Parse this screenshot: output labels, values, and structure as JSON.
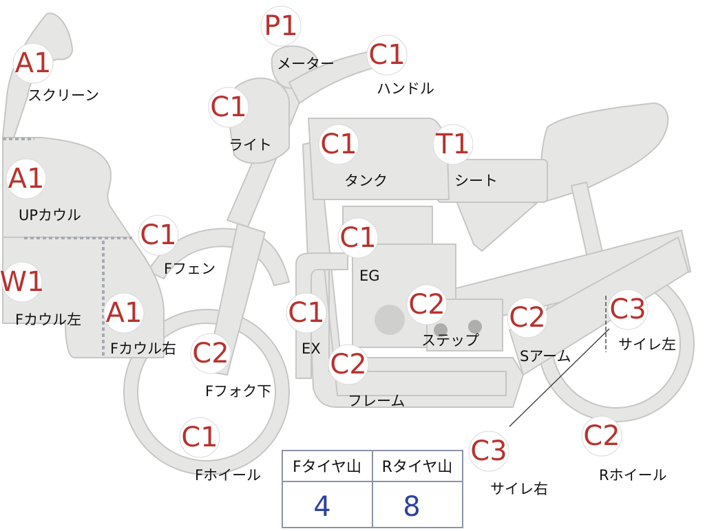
{
  "colors": {
    "part_fill": "#e6e7e5",
    "part_stroke": "#c6c7c5",
    "grade_text": "#b8322e",
    "badge_fill": "#ffffff",
    "value_text": "#2c43a0",
    "table_border": "#8a93a6"
  },
  "parts": [
    {
      "id": "screen",
      "grade": "A1",
      "label": "スクリーン"
    },
    {
      "id": "meter",
      "grade": "P1",
      "label": "メーター"
    },
    {
      "id": "handle",
      "grade": "C1",
      "label": "ハンドル"
    },
    {
      "id": "light",
      "grade": "C1",
      "label": "ライト"
    },
    {
      "id": "tank",
      "grade": "C1",
      "label": "タンク"
    },
    {
      "id": "seat",
      "grade": "T1",
      "label": "シート"
    },
    {
      "id": "up-cowl",
      "grade": "A1",
      "label": "UPカウル"
    },
    {
      "id": "f-fender",
      "grade": "C1",
      "label": "Fフェン"
    },
    {
      "id": "engine",
      "grade": "C1",
      "label": "EG"
    },
    {
      "id": "f-cowl-left",
      "grade": "W1",
      "label": "Fカウル左"
    },
    {
      "id": "f-cowl-right",
      "grade": "A1",
      "label": "Fカウル右"
    },
    {
      "id": "exhaust",
      "grade": "C1",
      "label": "EX"
    },
    {
      "id": "step",
      "grade": "C2",
      "label": "ステップ"
    },
    {
      "id": "s-arm",
      "grade": "C2",
      "label": "Sアーム"
    },
    {
      "id": "muffler-left",
      "grade": "C3",
      "label": "サイレ左"
    },
    {
      "id": "f-fork-lower",
      "grade": "C2",
      "label": "Fフォク下"
    },
    {
      "id": "frame",
      "grade": "C2",
      "label": "フレーム"
    },
    {
      "id": "f-wheel",
      "grade": "C1",
      "label": "Fホイール"
    },
    {
      "id": "muffler-right",
      "grade": "C3",
      "label": "サイレ右"
    },
    {
      "id": "r-wheel",
      "grade": "C2",
      "label": "Rホイール"
    }
  ],
  "tire_table": {
    "headers": [
      "Fタイヤ山",
      "Rタイヤ山"
    ],
    "values": [
      "4",
      "8"
    ]
  }
}
